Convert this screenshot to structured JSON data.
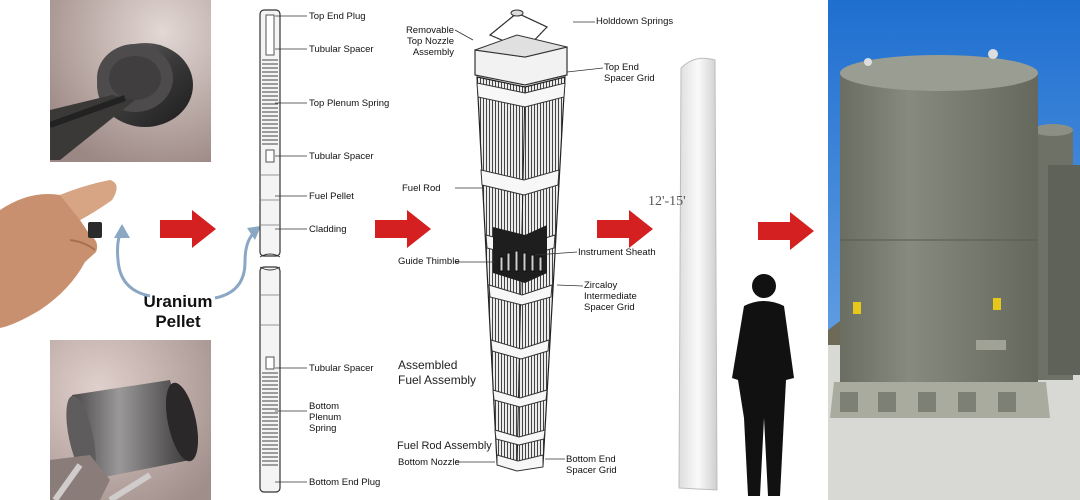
{
  "pellet_label": {
    "line1": "Uranium",
    "line2": "Pellet"
  },
  "fuel_rod_labels": {
    "top_end_plug": "Top End Plug",
    "tubular_spacer_top": "Tubular Spacer",
    "top_plenum_spring": "Top Plenum Spring",
    "tubular_spacer_mid": "Tubular Spacer",
    "fuel_pellet": "Fuel Pellet",
    "cladding": "Cladding",
    "tubular_spacer_bottom": "Tubular Spacer",
    "bottom_plenum_spring": "Bottom Plenum Spring",
    "bottom_end_plug": "Bottom End Plug"
  },
  "assembly_labels": {
    "removable_top_nozzle": "Removable Top Nozzle Assembly",
    "holddown_springs": "Holddown Springs",
    "top_end_spacer_grid": "Top End Spacer Grid",
    "fuel_rod": "Fuel Rod",
    "guide_thimble": "Guide Thimble",
    "instrument_sheath": "Instrument Sheath",
    "zircaloy_grid": "Zircaloy Intermediate Spacer Grid",
    "assembled_line1": "Assembled",
    "assembled_line2": "Fuel Assembly",
    "fuel_rod_assembly": "Fuel Rod Assembly",
    "bottom_nozzle": "Bottom Nozzle",
    "bottom_end_spacer_grid": "Bottom End Spacer Grid"
  },
  "height_label": "12'-15'",
  "colors": {
    "arrow_red": "#d42020",
    "cask_gray": "#7d8074",
    "sky_blue": "#2f7fd6",
    "curve_blue": "#8aa7c4"
  }
}
